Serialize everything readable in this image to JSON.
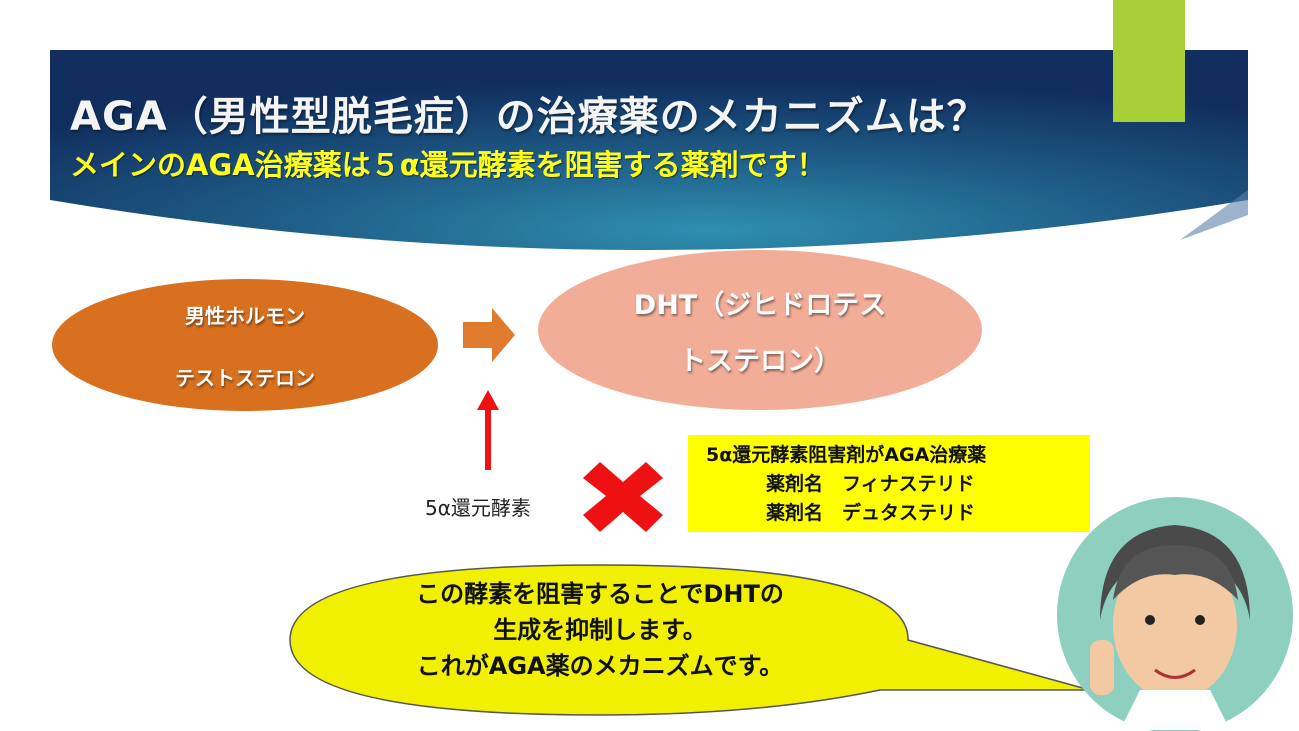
{
  "header": {
    "title": "AGA（男性型脱毛症）の治療薬のメカニズムは？",
    "subtitle": "メインのAGA治療薬は５α還元酵素を阻害する薬剤です！"
  },
  "diagram": {
    "source_line1": "男性ホルモン",
    "source_line2": "テストステロン",
    "product_line1": "DHT（ジヒドロテス",
    "product_line2": "トステロン）",
    "enzyme_label": "5α還元酵素"
  },
  "info_box": {
    "line1": "5α還元酵素阻害剤がAGA治療薬",
    "line2": "薬剤名　フィナステリド",
    "line3": "薬剤名　デュタステリド"
  },
  "speech_bubble": {
    "line1": "この酵素を阻害することでDHTの",
    "line2": "生成を抑制します。",
    "line3": "これがAGA薬のメカニズムです。"
  },
  "colors": {
    "banner": "#1d4f7c",
    "accent_green": "#a6cf38",
    "orange": "#d8701f",
    "pink": "#f2ad98",
    "red": "#ee1111",
    "yellow": "#ffff00"
  }
}
